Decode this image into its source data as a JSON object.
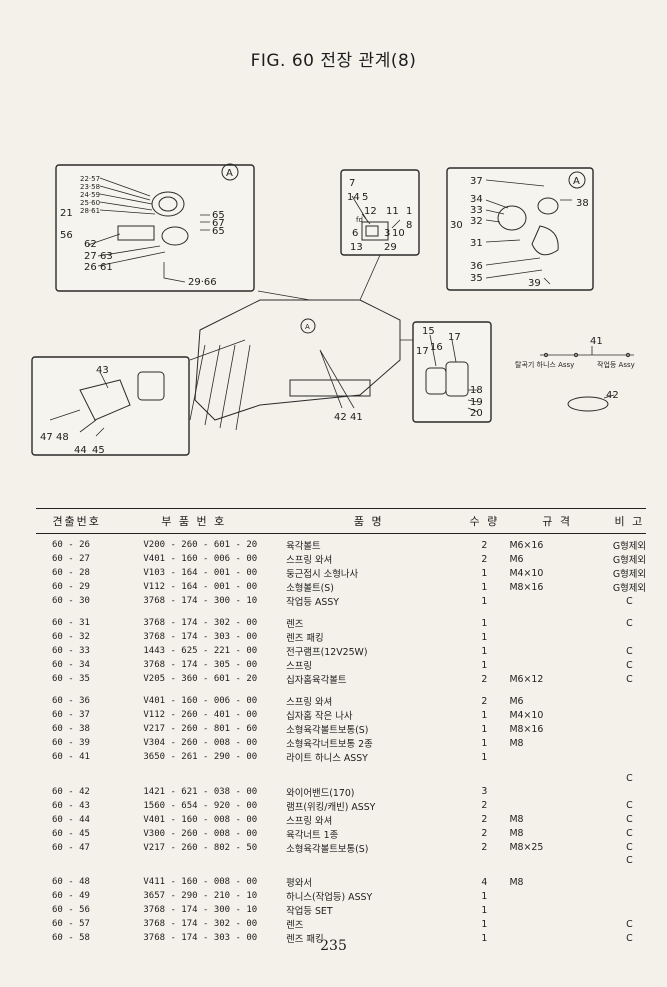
{
  "page": {
    "title": "FIG. 60 전장 관계(8)",
    "page_number": "235"
  },
  "diagram": {
    "callout_a": "A",
    "panel_top_left_labels": [
      "22·57",
      "23·58",
      "24·59",
      "25·60",
      "28·61",
      "21",
      "56",
      "62",
      "27",
      "63",
      "26",
      "61",
      "65",
      "67",
      "65",
      "29·66"
    ],
    "panel_top_middle_labels": [
      "7",
      "14",
      "5",
      "12",
      "fd",
      "11",
      "1",
      "8",
      "6",
      "3",
      "10",
      "13",
      "29"
    ],
    "panel_top_right_labels": [
      "37",
      "34",
      "33",
      "32",
      "30",
      "31",
      "36",
      "35",
      "38",
      "39"
    ],
    "panel_bottom_left_labels": [
      "43",
      "47",
      "48",
      "44",
      "45"
    ],
    "panel_bottom_mid_labels": [
      "15",
      "17",
      "16",
      "17",
      "18",
      "19",
      "20"
    ],
    "machine_labels": [
      "42",
      "41"
    ],
    "harness_labels": [
      "41",
      "42"
    ],
    "harness_text_left": "탈곡기 하니스 Assy",
    "harness_text_right": "작업등 Assy"
  },
  "table": {
    "headers": [
      "견출번호",
      "부 품 번 호",
      "품 명",
      "수 량",
      "규 격",
      "비 고"
    ],
    "groups": [
      [
        {
          "ref": "60 - 26",
          "part": "V200 - 260 - 601 - 20",
          "name": "육각볼트",
          "qty": "2",
          "spec": "M6×16",
          "remark": "G형제외"
        },
        {
          "ref": "60 - 27",
          "part": "V401 - 160 - 006 - 00",
          "name": "스프링 와셔",
          "qty": "2",
          "spec": "M6",
          "remark": "G형제외"
        },
        {
          "ref": "60 - 28",
          "part": "V103 - 164 - 001 - 00",
          "name": "둥근접시 소형나사",
          "qty": "1",
          "spec": "M4×10",
          "remark": "G형제외"
        },
        {
          "ref": "60 - 29",
          "part": "V112 - 164 - 001 - 00",
          "name": "소형볼트(S)",
          "qty": "1",
          "spec": "M8×16",
          "remark": "G형제외"
        },
        {
          "ref": "60 - 30",
          "part": "3768 - 174 - 300 - 10",
          "name": "작업등 ASSY",
          "qty": "1",
          "spec": "",
          "remark": "C"
        }
      ],
      [
        {
          "ref": "60 - 31",
          "part": "3768 - 174 - 302 - 00",
          "name": "렌즈",
          "qty": "1",
          "spec": "",
          "remark": "C"
        },
        {
          "ref": "60 - 32",
          "part": "3768 - 174 - 303 - 00",
          "name": "렌즈 패킹",
          "qty": "1",
          "spec": "",
          "remark": ""
        },
        {
          "ref": "60 - 33",
          "part": "1443 - 625 - 221 - 00",
          "name": "전구램프(12V25W)",
          "qty": "1",
          "spec": "",
          "remark": "C"
        },
        {
          "ref": "60 - 34",
          "part": "3768 - 174 - 305 - 00",
          "name": "스프링",
          "qty": "1",
          "spec": "",
          "remark": "C"
        },
        {
          "ref": "60 - 35",
          "part": "V205 - 360 - 601 - 20",
          "name": "십자홈육각볼트",
          "qty": "2",
          "spec": "M6×12",
          "remark": "C"
        }
      ],
      [
        {
          "ref": "60 - 36",
          "part": "V401 - 160 - 006 - 00",
          "name": "스프링 와셔",
          "qty": "2",
          "spec": "M6",
          "remark": ""
        },
        {
          "ref": "60 - 37",
          "part": "V112 - 260 - 401 - 00",
          "name": "십자홈 작은 나사",
          "qty": "1",
          "spec": "M4×10",
          "remark": ""
        },
        {
          "ref": "60 - 38",
          "part": "V217 - 260 - 801 - 60",
          "name": "소형육각볼트보통(S)",
          "qty": "1",
          "spec": "M8×16",
          "remark": ""
        },
        {
          "ref": "60 - 39",
          "part": "V304 - 260 - 008 - 00",
          "name": "소형육각너트보통 2종",
          "qty": "1",
          "spec": "M8",
          "remark": ""
        },
        {
          "ref": "60 - 41",
          "part": "3650 - 261 - 290 - 00",
          "name": "라이트 하니스 ASSY",
          "qty": "1",
          "spec": "",
          "remark": ""
        }
      ],
      [
        {
          "ref": "",
          "part": "",
          "name": "",
          "qty": "",
          "spec": "",
          "remark": "C"
        },
        {
          "ref": "60 - 42",
          "part": "1421 - 621 - 038 - 00",
          "name": "와이어밴드(170)",
          "qty": "3",
          "spec": "",
          "remark": ""
        },
        {
          "ref": "60 - 43",
          "part": "1560 - 654 - 920 - 00",
          "name": "램프(위킹/캐빈) ASSY",
          "qty": "2",
          "spec": "",
          "remark": "C"
        },
        {
          "ref": "60 - 44",
          "part": "V401 - 160 - 008 - 00",
          "name": "스프링 와셔",
          "qty": "2",
          "spec": "M8",
          "remark": "C"
        },
        {
          "ref": "60 - 45",
          "part": "V300 - 260 - 008 - 00",
          "name": "육각너트 1종",
          "qty": "2",
          "spec": "M8",
          "remark": "C"
        },
        {
          "ref": "60 - 47",
          "part": "V217 - 260 - 802 - 50",
          "name": "소형육각볼트보통(S)",
          "qty": "2",
          "spec": "M8×25",
          "remark": "C"
        },
        {
          "ref": "",
          "part": "",
          "name": "",
          "qty": "",
          "spec": "",
          "remark": "C"
        }
      ],
      [
        {
          "ref": "60 - 48",
          "part": "V411 - 160 - 008 - 00",
          "name": "평와서",
          "qty": "4",
          "spec": "M8",
          "remark": ""
        },
        {
          "ref": "60 - 49",
          "part": "3657 - 290 - 210 - 10",
          "name": "하니스(작업등) ASSY",
          "qty": "1",
          "spec": "",
          "remark": ""
        },
        {
          "ref": "60 - 56",
          "part": "3768 - 174 - 300 - 10",
          "name": "작업등 SET",
          "qty": "1",
          "spec": "",
          "remark": ""
        },
        {
          "ref": "60 - 57",
          "part": "3768 - 174 - 302 - 00",
          "name": "렌즈",
          "qty": "1",
          "spec": "",
          "remark": "C"
        },
        {
          "ref": "60 - 58",
          "part": "3768 - 174 - 303 - 00",
          "name": "렌즈 패킹",
          "qty": "1",
          "spec": "",
          "remark": "C"
        }
      ]
    ]
  }
}
